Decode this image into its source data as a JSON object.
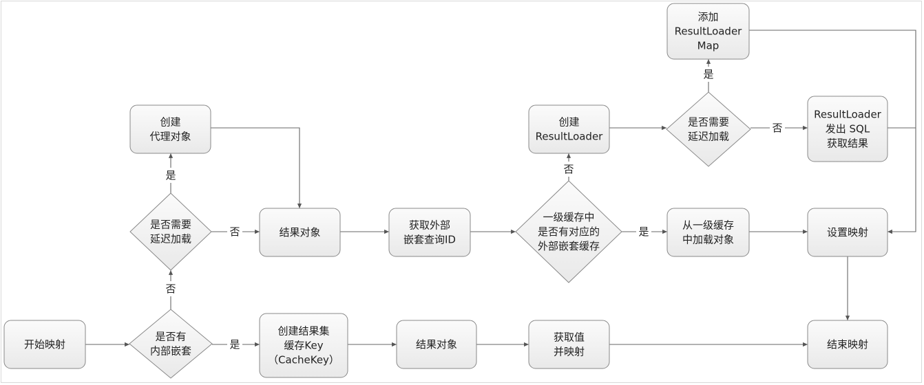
{
  "diagram": {
    "nodes": [
      {
        "id": "start",
        "shape": "box",
        "lines": [
          "开始映射"
        ]
      },
      {
        "id": "d_nested",
        "shape": "diamond",
        "lines": [
          "是否有",
          "内部嵌套"
        ]
      },
      {
        "id": "create_cachekey",
        "shape": "box",
        "lines": [
          "创建结果集",
          "缓存Key",
          "（CacheKey）"
        ]
      },
      {
        "id": "result_bottom",
        "shape": "box",
        "lines": [
          "结果对象"
        ]
      },
      {
        "id": "get_value",
        "shape": "box",
        "lines": [
          "获取值",
          "并映射"
        ]
      },
      {
        "id": "end",
        "shape": "box",
        "lines": [
          "结束映射"
        ]
      },
      {
        "id": "d_lazy_left",
        "shape": "diamond",
        "lines": [
          "是否需要",
          "延迟加载"
        ]
      },
      {
        "id": "create_proxy",
        "shape": "box",
        "lines": [
          "创建",
          "代理对象"
        ]
      },
      {
        "id": "result_mid",
        "shape": "box",
        "lines": [
          "结果对象"
        ]
      },
      {
        "id": "get_nested_id",
        "shape": "box",
        "lines": [
          "获取外部",
          "嵌套查询ID"
        ]
      },
      {
        "id": "d_cache",
        "shape": "diamond",
        "lines": [
          "一级缓存中",
          "是否有对应的",
          "外部嵌套缓存"
        ]
      },
      {
        "id": "load_cache",
        "shape": "box",
        "lines": [
          "从一级缓存",
          "中加载对象"
        ]
      },
      {
        "id": "set_mapping",
        "shape": "box",
        "lines": [
          "设置映射"
        ]
      },
      {
        "id": "create_loader",
        "shape": "box",
        "lines": [
          "创建",
          "ResultLoader"
        ]
      },
      {
        "id": "d_lazy_right",
        "shape": "diamond",
        "lines": [
          "是否需要",
          "延迟加载"
        ]
      },
      {
        "id": "add_loader_map",
        "shape": "box",
        "lines": [
          "添加",
          "ResultLoader",
          "Map"
        ]
      },
      {
        "id": "loader_sql",
        "shape": "box",
        "lines": [
          "ResultLoader",
          "发出 SQL",
          "获取结果"
        ]
      }
    ],
    "edges": [
      {
        "from": "start",
        "to": "d_nested",
        "label": ""
      },
      {
        "from": "d_nested",
        "to": "create_cachekey",
        "label": "是"
      },
      {
        "from": "d_nested",
        "to": "d_lazy_left",
        "label": "否"
      },
      {
        "from": "create_cachekey",
        "to": "result_bottom",
        "label": ""
      },
      {
        "from": "result_bottom",
        "to": "get_value",
        "label": ""
      },
      {
        "from": "get_value",
        "to": "end",
        "label": ""
      },
      {
        "from": "d_lazy_left",
        "to": "create_proxy",
        "label": "是"
      },
      {
        "from": "d_lazy_left",
        "to": "result_mid",
        "label": "否"
      },
      {
        "from": "create_proxy",
        "to": "result_mid",
        "label": ""
      },
      {
        "from": "result_mid",
        "to": "get_nested_id",
        "label": ""
      },
      {
        "from": "get_nested_id",
        "to": "d_cache",
        "label": ""
      },
      {
        "from": "d_cache",
        "to": "load_cache",
        "label": "是"
      },
      {
        "from": "d_cache",
        "to": "create_loader",
        "label": "否"
      },
      {
        "from": "load_cache",
        "to": "set_mapping",
        "label": ""
      },
      {
        "from": "set_mapping",
        "to": "end",
        "label": ""
      },
      {
        "from": "create_loader",
        "to": "d_lazy_right",
        "label": ""
      },
      {
        "from": "d_lazy_right",
        "to": "add_loader_map",
        "label": "是"
      },
      {
        "from": "d_lazy_right",
        "to": "loader_sql",
        "label": "否"
      },
      {
        "from": "add_loader_map",
        "to": "set_mapping",
        "label": ""
      },
      {
        "from": "loader_sql",
        "to": "set_mapping",
        "label": ""
      }
    ]
  }
}
